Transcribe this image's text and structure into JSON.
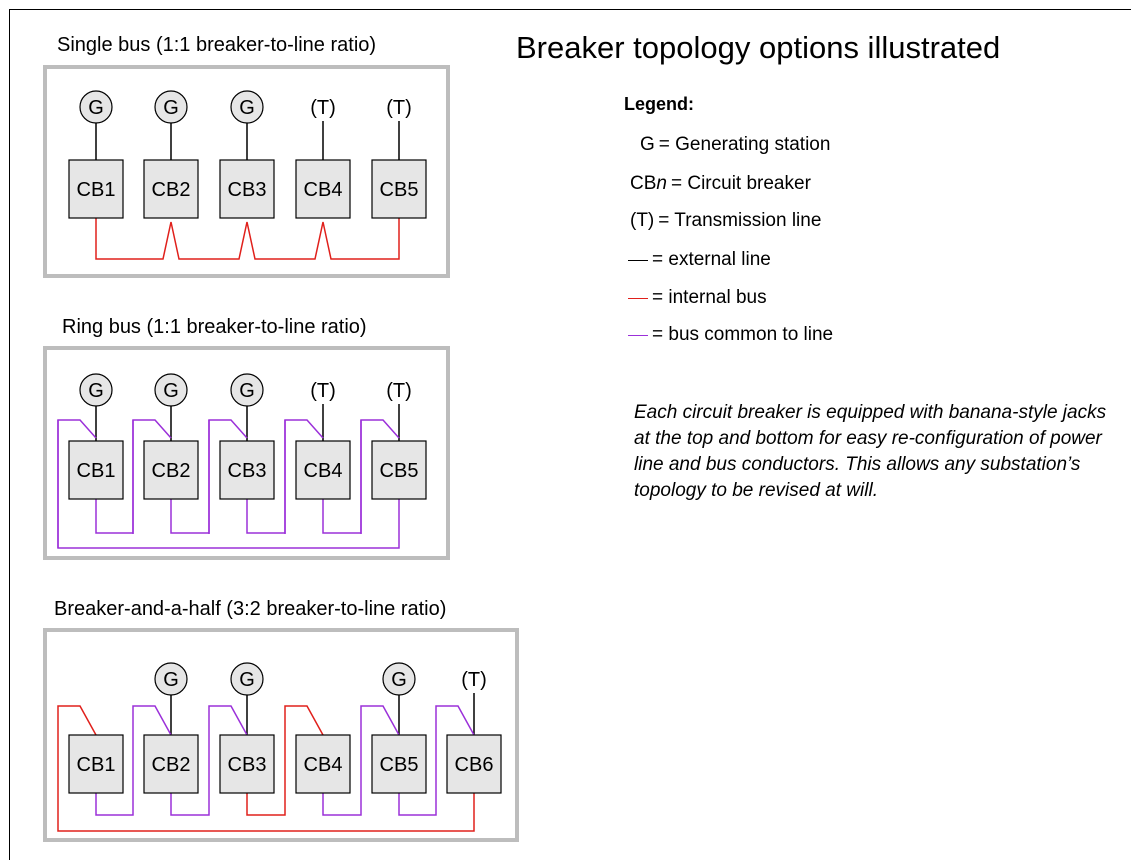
{
  "title": "Breaker topology options illustrated",
  "legend": {
    "heading": "Legend:",
    "items": [
      {
        "symbol": "G",
        "text": "= Generating station"
      },
      {
        "symbol": "CB",
        "symbol_italic": "n",
        "text": "= Circuit breaker"
      },
      {
        "symbol": "(T)",
        "text": "= Transmission line"
      },
      {
        "text": "= external line",
        "color": "#000000"
      },
      {
        "text": "= internal bus",
        "color": "#e0201b"
      },
      {
        "text": "= bus common to line",
        "color": "#9b30d9"
      }
    ]
  },
  "note": "Each circuit breaker is equipped with banana-style jacks at the top and bottom for easy re-configuration of power line and bus conductors.  This allows any substation’s topology to be revised at will.",
  "colors": {
    "external_line": "#000000",
    "internal_bus": "#e0201b",
    "bus_common": "#9b30d9",
    "panel_border": "#bdbdbd",
    "breaker_fill": "#e6e6e6",
    "generator_fill": "#e6e6e6"
  },
  "diagrams": [
    {
      "title": "Single bus (1:1 breaker-to-line ratio)",
      "breakers": [
        "CB1",
        "CB2",
        "CB3",
        "CB4",
        "CB5"
      ],
      "sources": [
        "G",
        "G",
        "G",
        "(T)",
        "(T)"
      ]
    },
    {
      "title": "Ring bus (1:1 breaker-to-line ratio)",
      "breakers": [
        "CB1",
        "CB2",
        "CB3",
        "CB4",
        "CB5"
      ],
      "sources": [
        "G",
        "G",
        "G",
        "(T)",
        "(T)"
      ]
    },
    {
      "title": "Breaker-and-a-half (3:2 breaker-to-line ratio)",
      "breakers": [
        "CB1",
        "CB2",
        "CB3",
        "CB4",
        "CB5",
        "CB6"
      ],
      "sources": [
        "",
        "G",
        "G",
        "",
        "G",
        "(T)"
      ]
    }
  ]
}
